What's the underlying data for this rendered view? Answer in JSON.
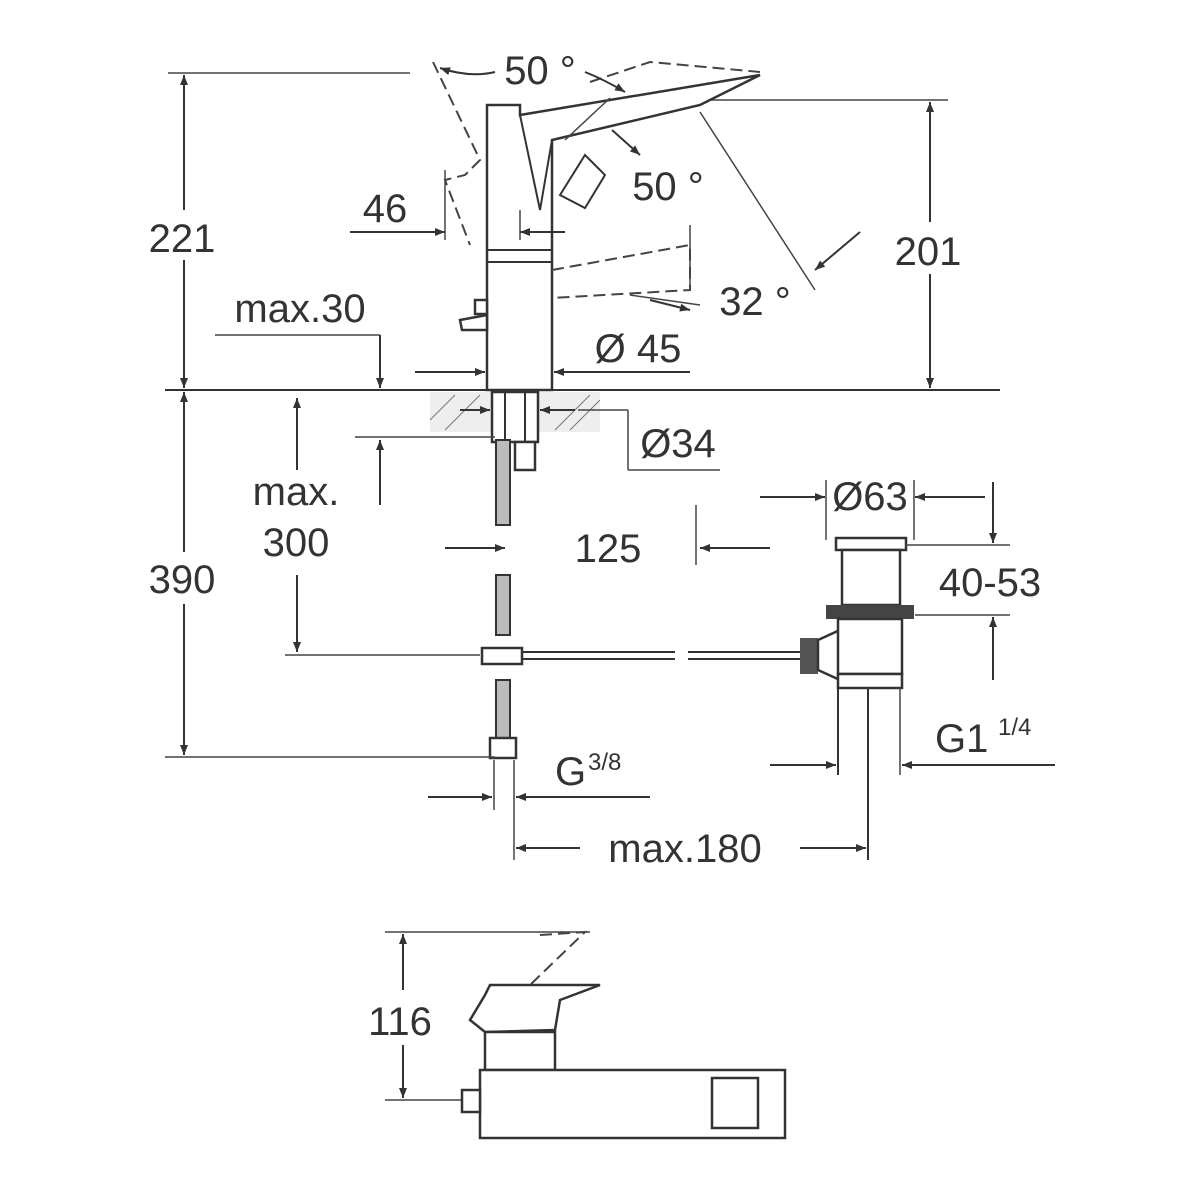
{
  "drawing": {
    "dimensions": {
      "lever_angle_top": "50 °",
      "lever_angle_side": "50 °",
      "lever_offset": "46",
      "total_height": "221",
      "spout_height": "201",
      "spout_angle": "32 °",
      "deck_thickness": "max.30",
      "body_diameter": "Ø 45",
      "hole_diameter": "Ø34",
      "hose_length_label": "max.",
      "hose_length_value": "300",
      "under_deck_height": "390",
      "waste_offset": "125",
      "waste_diameter": "Ø63",
      "waste_range": "40-53",
      "waste_thread": "G1",
      "waste_thread_fraction": "1/4",
      "supply_thread": "G",
      "supply_thread_fraction": "3/8",
      "waste_max_distance": "max.180",
      "top_view_height": "116"
    }
  }
}
